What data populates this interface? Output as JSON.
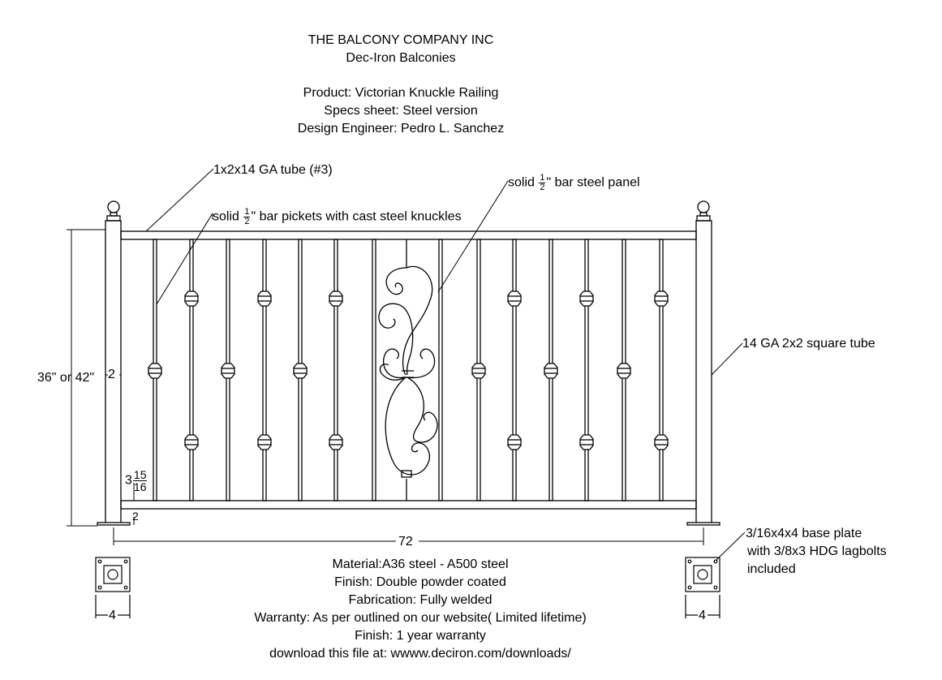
{
  "header": {
    "company": "THE BALCONY COMPANY INC",
    "division": "Dec-Iron Balconies",
    "product": "Product: Victorian Knuckle Railing",
    "specs": "Specs sheet: Steel version",
    "engineer": "Design Engineer: Pedro L. Sanchez"
  },
  "callouts": {
    "top_rail": "1x2x14 GA tube (#3)",
    "pickets_pre": "solid ",
    "pickets_post": "\" bar pickets with cast steel knuckles",
    "panel_pre": "solid ",
    "panel_post": "\" bar steel panel",
    "post": "14 GA 2x2 square tube",
    "base_plate_1": "3/16x4x4 base plate",
    "base_plate_2": "with 3/8x3 HDG lagbolts",
    "base_plate_3": "included",
    "half_num": "1",
    "half_den": "2"
  },
  "dimensions": {
    "height": "36\" or 42\"",
    "post_width": "2",
    "gap_whole": "3",
    "gap_num": "15",
    "gap_den": "16",
    "bottom_gap": "2",
    "length": "72",
    "plate_left": "4",
    "plate_right": "4"
  },
  "footer": {
    "material": "Material:A36 steel - A500 steel",
    "finish": "Finish: Double powder coated",
    "fabrication": "Fabrication: Fully welded",
    "warranty": "Warranty: As per outlined on our website( Limited lifetime)",
    "finish_warranty": "Finish: 1 year warranty",
    "download": "download this file at: wwww.deciron.com/downloads/"
  }
}
